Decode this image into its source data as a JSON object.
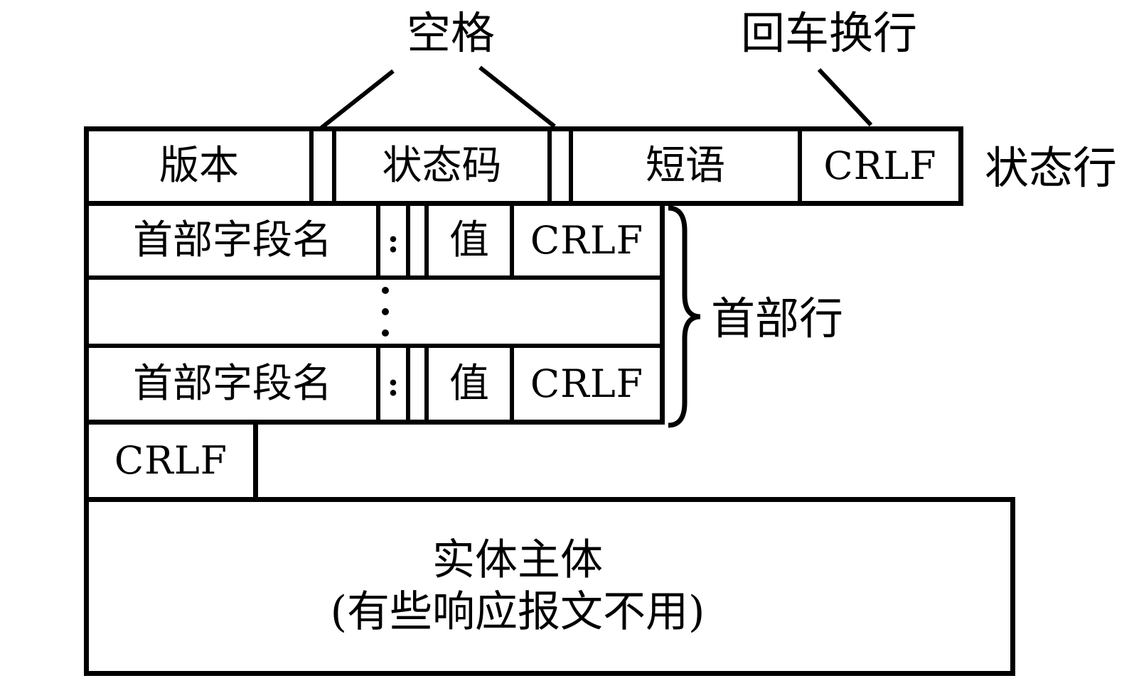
{
  "colors": {
    "ink": "#000000",
    "background": "#ffffff"
  },
  "annotations": {
    "space_label": "空格",
    "crlf_pointer_label": "回车换行"
  },
  "status_line": {
    "version": "版本",
    "status_code": "状态码",
    "phrase": "短语",
    "crlf": "CRLF",
    "row_label": "状态行"
  },
  "header_row": {
    "field_name": "首部字段名",
    "colon": ":",
    "value": "值",
    "crlf": "CRLF"
  },
  "header_section": {
    "brace_label": "首部行"
  },
  "blank_line": {
    "crlf": "CRLF"
  },
  "entity_body": {
    "line1": "实体主体",
    "line2": "(有些响应报文不用)"
  }
}
